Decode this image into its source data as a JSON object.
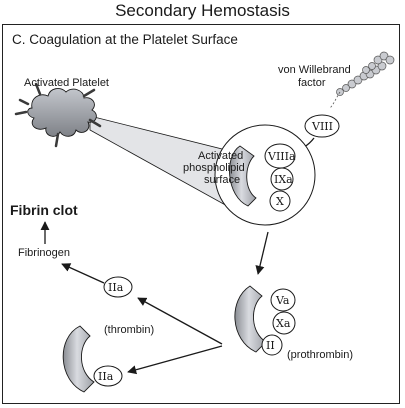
{
  "header": {
    "title": "Secondary Hemostasis"
  },
  "panel": {
    "title": "C. Coagulation at the Platelet Surface"
  },
  "labels": {
    "activated_platelet": "Activated Platelet",
    "von_willebrand_line1": "von Willebrand",
    "von_willebrand_line2": "factor",
    "phospholipid_line1": "Activated",
    "phospholipid_line2": "phospholipid",
    "phospholipid_line3": "surface",
    "fibrin_clot": "Fibrin clot",
    "fibrinogen": "Fibrinogen",
    "thrombin": "(thrombin)",
    "prothrombin": "(prothrombin)"
  },
  "factors": {
    "viii": "VIII",
    "viiia": "VIIIa",
    "ixa": "IXa",
    "x": "X",
    "va": "Va",
    "xa": "Xa",
    "ii": "II",
    "iia_top": "IIa",
    "iia_bottom": "IIa"
  },
  "colors": {
    "ink": "#1a1a1a",
    "membrane": "#b9bcc2",
    "membrane_dark": "#8a8d93",
    "highlight": "#e6e8ec"
  }
}
